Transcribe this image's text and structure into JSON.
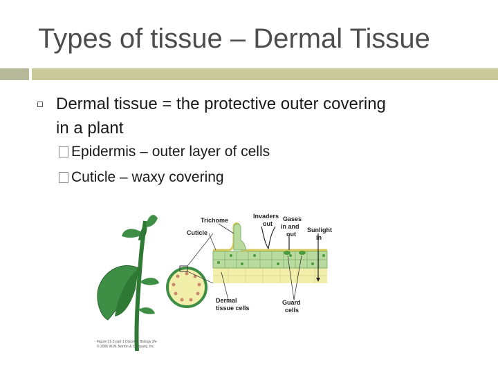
{
  "slide": {
    "title": "Types of tissue – Dermal Tissue",
    "bullet": {
      "line1": "Dermal tissue = the protective outer covering",
      "line2": "in a plant"
    },
    "sub_bullets": [
      "Epidermis – outer layer of cells",
      "Cuticle – waxy covering"
    ]
  },
  "figure": {
    "labels": {
      "trichome": "Trichome",
      "cuticle": "Cuticle",
      "invaders": "Invaders",
      "invaders_out": "out",
      "gases": "Gases",
      "gases_in_and": "in and",
      "gases_out": "out",
      "sunlight": "Sunlight",
      "sunlight_in": "in",
      "dermal": "Dermal",
      "tissue_cells": "tissue cells",
      "guard": "Guard",
      "cells": "cells"
    },
    "credit_line1": "Figure 31-3 part 1  Discover Biology 3/e",
    "credit_line2": "© 2006 W.W. Norton & Company, Inc."
  },
  "colors": {
    "title": "#4d4d4d",
    "accent_bar": "#c8ca9a",
    "stem_green": "#2e7a35",
    "leaf_green": "#3f8e45",
    "cell_green": "#b9dba0",
    "cell_yellow": "#f2efaa"
  }
}
